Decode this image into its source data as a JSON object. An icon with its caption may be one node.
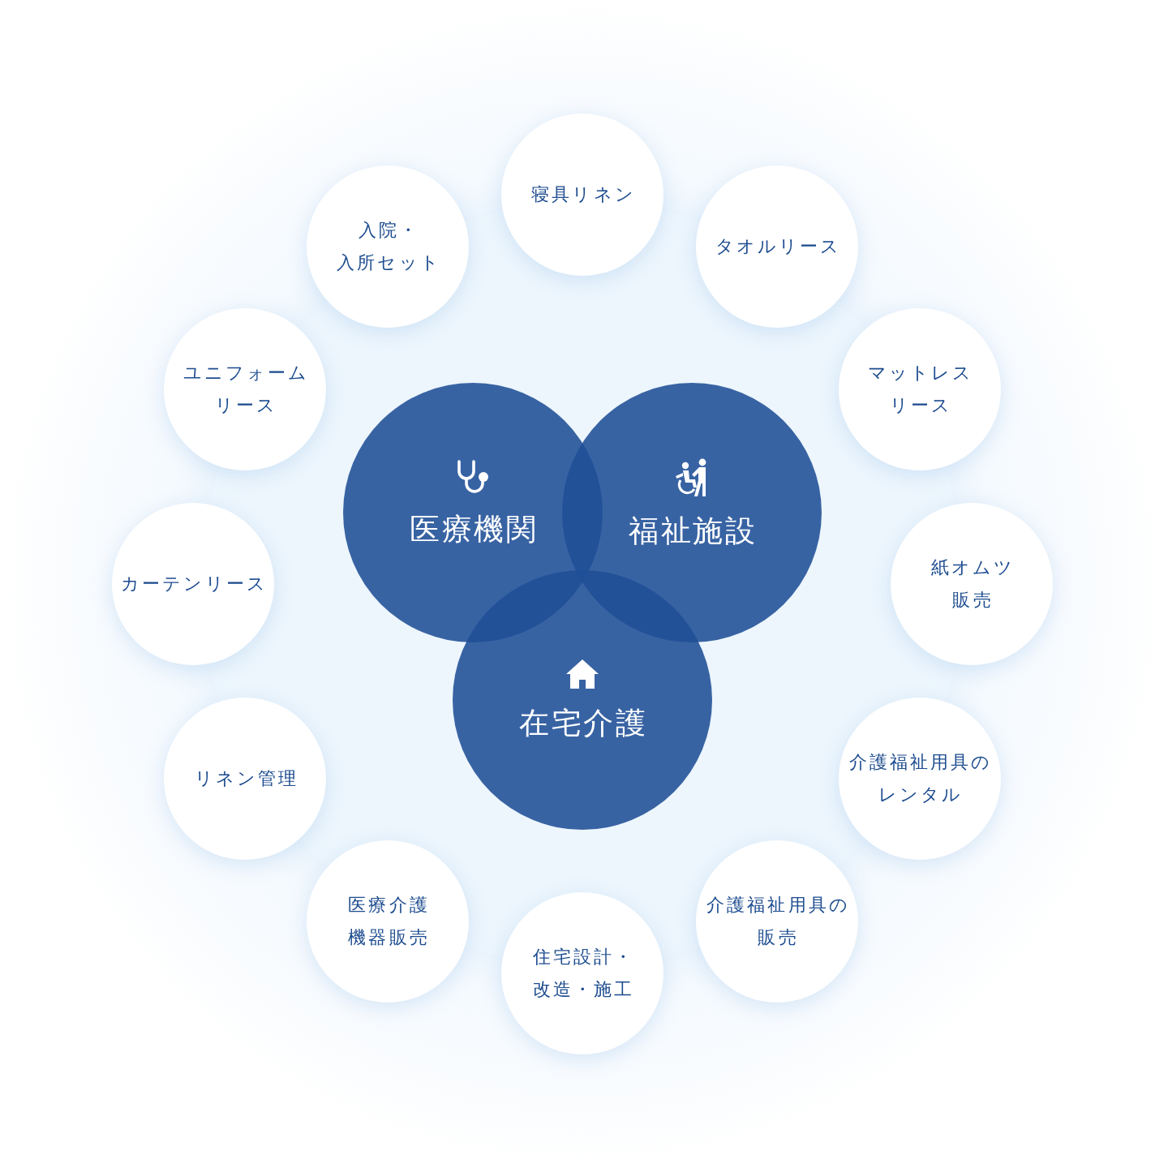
{
  "diagram": {
    "nodes": [
      {
        "text": [
          "医療機関"
        ]
      },
      {
        "text": [
          "福祉施設"
        ]
      },
      {
        "text": [
          "在宅介護"
        ]
      },
      {
        "text": [
          "寝具リネン"
        ]
      },
      {
        "text": [
          "タオルリース"
        ]
      },
      {
        "text": [
          "マットレスリース"
        ]
      },
      {
        "text": [
          "紙オムツ販売"
        ]
      },
      {
        "text": [
          "介護福祉用具のレンタル"
        ]
      },
      {
        "text": [
          "介護福祉用具の販売"
        ]
      },
      {
        "text": [
          "住宅設計・改造・施工"
        ]
      },
      {
        "text": [
          "医療介護機器販売"
        ]
      },
      {
        "text": [
          "リネン管理"
        ]
      },
      {
        "text": [
          "カーテンリース"
        ]
      },
      {
        "text": [
          "ユニフォームリース"
        ]
      },
      {
        "text": [
          "入院・入所セット"
        ]
      }
    ]
  }
}
